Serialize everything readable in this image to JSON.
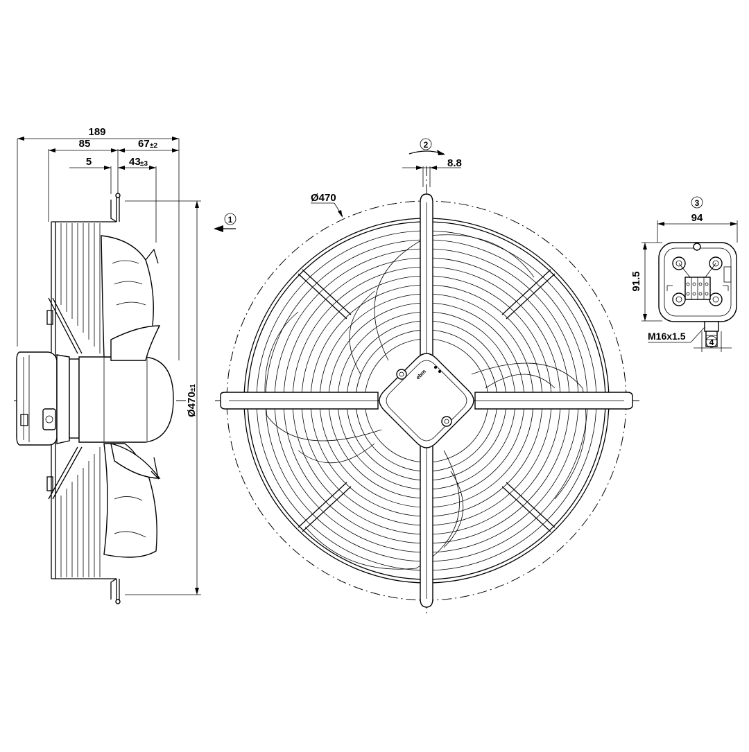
{
  "side_view": {
    "dim_total": "189",
    "dim_85": "85",
    "dim_67": "67",
    "dim_67_tol": "±2",
    "dim_5": "5",
    "dim_43": "43",
    "dim_43_tol": "±3",
    "dim_diameter": "Ø470",
    "dim_diameter_tol": "±1",
    "callout_airflow": "1"
  },
  "front_view": {
    "dim_diameter": "Ø470",
    "dim_8_8": "8.8",
    "callout_rotation": "2"
  },
  "terminal_box": {
    "callout": "3",
    "dim_width": "94",
    "dim_height": "91.5",
    "thread_label": "M16x1.5",
    "callout_gland": "4"
  },
  "brand_mark": "ebm"
}
